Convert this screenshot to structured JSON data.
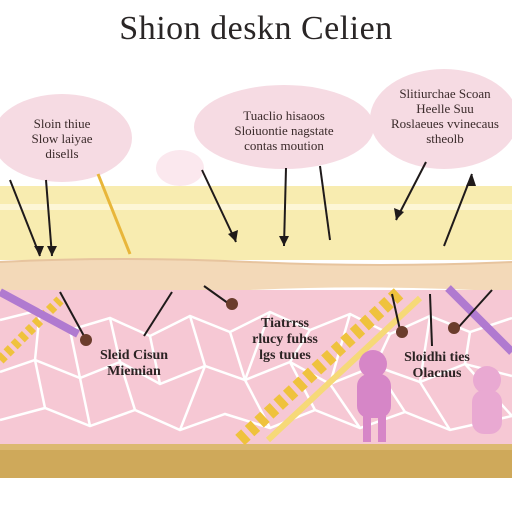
{
  "title": "Shion deskn Celien",
  "callouts": {
    "left": "Sloin thiue\nSlow laiyae\ndisells",
    "center": "Tuaclio hisaoos\nSloiuontie nagstate\ncontas moution",
    "right": "Slitiurchae Scoan\nHeelle Suu\nRoslaeues vvinecaus\nstheolb"
  },
  "labels": {
    "left": "Sleid Cisun\nMiemian",
    "center": "Tiatrrss\nrlucy fuhss\nlgs tuues",
    "right": "Sloidhi ties\nOlacnus"
  },
  "colors": {
    "epidermis": "#f8ecb0",
    "stratum_band": "#f3d9b8",
    "dermis": "#f6c8d4",
    "cell_lines": "#ffffff",
    "bubble": "#f6dbe3",
    "base": "#cfa95a",
    "fiber_yellow": "#efc23d",
    "fiber_purple": "#b07ad0",
    "figure_pink": "#d686c7"
  }
}
